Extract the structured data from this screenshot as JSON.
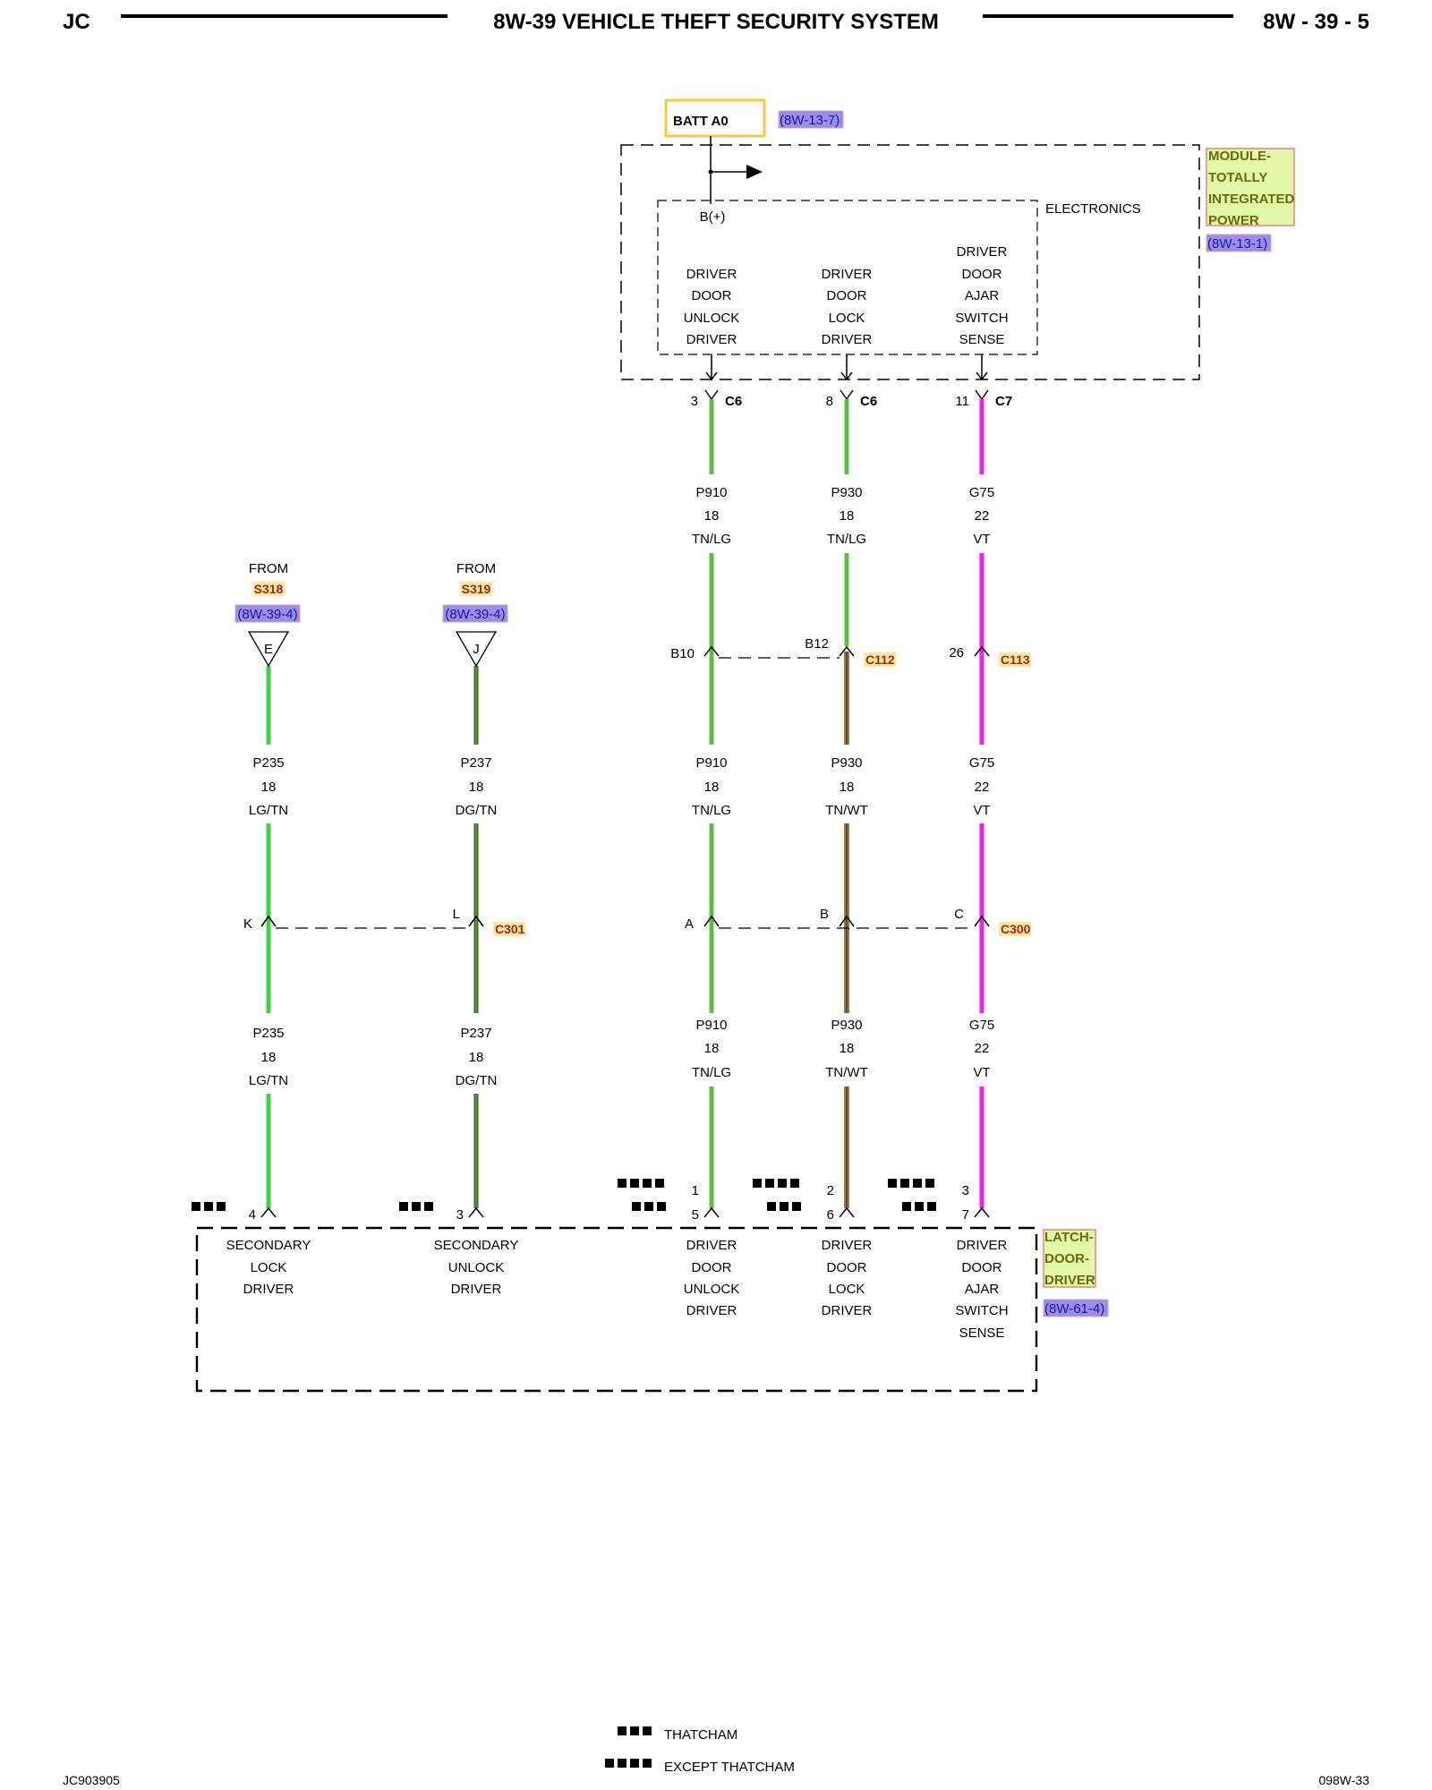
{
  "header": {
    "left": "JC",
    "title": "8W-39 VEHICLE THEFT SECURITY SYSTEM",
    "right": "8W - 39 - 5"
  },
  "footer": {
    "left": "JC903905",
    "right": "098W-33"
  },
  "colors": {
    "wire_green": "#3cd43c",
    "wire_dark_green": "#1f7a1f",
    "wire_tan": "#b08a50",
    "wire_violet": "#ee22ee",
    "ref_purple": "#9a8cf0",
    "ref_label_yellow": "#f5eb9e",
    "module_label_bg": "#e3f7a8",
    "batt_border": "#f5c842"
  },
  "battery": {
    "label": "BATT A0",
    "ref": "(8W-13-7)"
  },
  "tipm": {
    "name_lines": [
      "MODULE-",
      "TOTALLY",
      "INTEGRATED",
      "POWER"
    ],
    "ref": "(8W-13-1)",
    "inner_label": "ELECTRONICS",
    "bplus": "B(+)",
    "outputs": [
      {
        "lines": [
          "DRIVER",
          "DOOR",
          "UNLOCK",
          "DRIVER"
        ]
      },
      {
        "lines": [
          "DRIVER",
          "DOOR",
          "LOCK",
          "DRIVER"
        ]
      },
      {
        "lines": [
          "DRIVER",
          "DOOR",
          "AJAR",
          "SWITCH",
          "SENSE"
        ]
      }
    ],
    "pins": [
      {
        "pin": "3",
        "conn": "C6"
      },
      {
        "pin": "8",
        "conn": "C6"
      },
      {
        "pin": "11",
        "conn": "C7"
      }
    ]
  },
  "splices": [
    {
      "from": "FROM",
      "id": "S318",
      "ref": "(8W-39-4)",
      "letter": "E"
    },
    {
      "from": "FROM",
      "id": "S319",
      "ref": "(8W-39-4)",
      "letter": "J"
    }
  ],
  "wires": {
    "p910": [
      {
        "circuit": "P910",
        "gauge": "18",
        "color": "TN/LG"
      },
      {
        "circuit": "P910",
        "gauge": "18",
        "color": "TN/LG"
      },
      {
        "circuit": "P910",
        "gauge": "18",
        "color": "TN/LG"
      }
    ],
    "p930": [
      {
        "circuit": "P930",
        "gauge": "18",
        "color": "TN/LG"
      },
      {
        "circuit": "P930",
        "gauge": "18",
        "color": "TN/WT"
      },
      {
        "circuit": "P930",
        "gauge": "18",
        "color": "TN/WT"
      }
    ],
    "g75": [
      {
        "circuit": "G75",
        "gauge": "22",
        "color": "VT"
      },
      {
        "circuit": "G75",
        "gauge": "22",
        "color": "VT"
      },
      {
        "circuit": "G75",
        "gauge": "22",
        "color": "VT"
      }
    ],
    "p235": [
      {
        "circuit": "P235",
        "gauge": "18",
        "color": "LG/TN"
      },
      {
        "circuit": "P235",
        "gauge": "18",
        "color": "LG/TN"
      }
    ],
    "p237": [
      {
        "circuit": "P237",
        "gauge": "18",
        "color": "DG/TN"
      },
      {
        "circuit": "P237",
        "gauge": "18",
        "color": "DG/TN"
      }
    ]
  },
  "connectors": {
    "c112": {
      "id": "C112",
      "pin_left": "B10",
      "pin_right": "B12"
    },
    "c113": {
      "id": "C113",
      "pin": "26"
    },
    "c300": {
      "id": "C300",
      "pins": [
        "A",
        "B",
        "C"
      ]
    },
    "c301": {
      "id": "C301",
      "pins": [
        "K",
        "L"
      ]
    }
  },
  "latch": {
    "name_lines": [
      "LATCH-",
      "DOOR-",
      "DRIVER"
    ],
    "ref": "(8W-61-4)",
    "inputs": [
      {
        "lines": [
          "SECONDARY",
          "LOCK",
          "DRIVER"
        ],
        "pin": "4"
      },
      {
        "lines": [
          "SECONDARY",
          "UNLOCK",
          "DRIVER"
        ],
        "pin": "3"
      },
      {
        "lines": [
          "DRIVER",
          "DOOR",
          "UNLOCK",
          "DRIVER"
        ],
        "pin_upper": "1",
        "pin_lower": "5"
      },
      {
        "lines": [
          "DRIVER",
          "DOOR",
          "LOCK",
          "DRIVER"
        ],
        "pin_upper": "2",
        "pin_lower": "6"
      },
      {
        "lines": [
          "DRIVER",
          "DOOR",
          "AJAR",
          "SWITCH",
          "SENSE"
        ],
        "pin_upper": "3",
        "pin_lower": "7"
      }
    ]
  },
  "legend": [
    {
      "label": "THATCHAM",
      "icon": "three-box-icon"
    },
    {
      "label": "EXCEPT THATCHAM",
      "icon": "four-box-icon"
    }
  ]
}
